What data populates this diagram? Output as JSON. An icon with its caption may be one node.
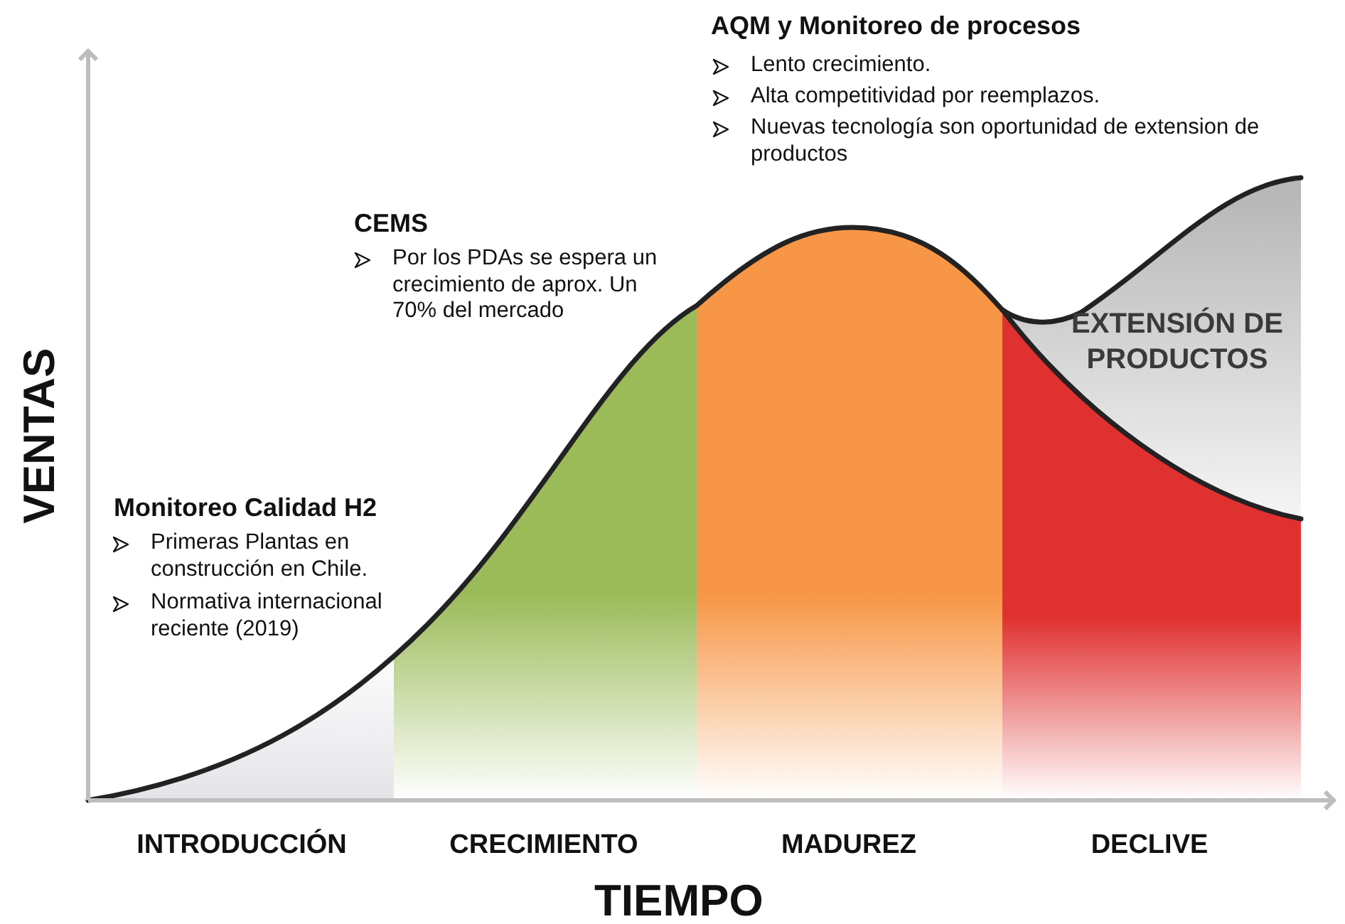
{
  "diagram": {
    "labels": [
      "AQM y Monitoreo de procesos",
      "Lento crecimiento.",
      "Alta competitividad por reemplazos.",
      "Nuevas tecnología son oportunidad de extension de productos",
      "CEMS",
      "Por los PDAs se espera un crecimiento de aprox. Un 70% del mercado",
      "EXTENSIÓN DE PRODUCTOS",
      "VENTAS",
      "Monitoreo Calidad H2",
      "Primeras Plantas en construcción en Chile.",
      "Normativa internacional reciente (2019)",
      "INTRODUCCIÓN",
      "CRECIMIENTO",
      "MADUREZ",
      "DECLIVE",
      "TIEMPO"
    ]
  }
}
